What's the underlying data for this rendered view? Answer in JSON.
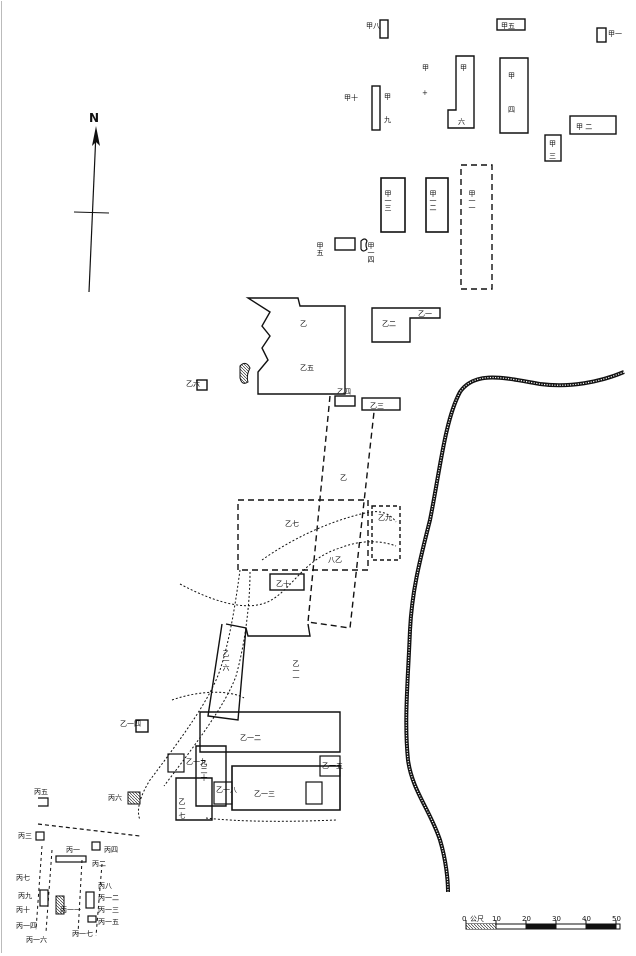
{
  "north_label": "N",
  "scale": {
    "ticks": [
      "0",
      "10",
      "20",
      "30",
      "40",
      "50"
    ],
    "unit": "公尺"
  },
  "labels": {
    "jia8": "甲八",
    "jia5": "甲五",
    "jia1_top": "甲一",
    "jia": "甲",
    "jia6_a": "甲",
    "jia6_b": "六",
    "jia4_a": "甲",
    "jia4_b": "四",
    "jia10": "甲十",
    "jia9_a": "甲",
    "jia9_b": "九",
    "jia2": "甲 二",
    "jia3_a": "甲",
    "jia3_b": "三",
    "jia13": "甲一三",
    "jia12": "甲一二",
    "jia11": "甲一一",
    "jia15": "甲五",
    "jia14": "甲一四",
    "yi2": "乙二",
    "yi1": "乙一",
    "yi5": "乙五",
    "yi6": "乙六",
    "yi_vert": "乙",
    "yi4": "乙四",
    "yi3": "乙三",
    "yi_mid": "乙",
    "yi7": "乙七",
    "yi8": "八乙",
    "yi9": "乙九",
    "yi10": "乙十",
    "yi11": "乙一一",
    "yi12": "乙一二",
    "yi13": "乙一三",
    "yi14": "乙一四",
    "yi15": "乙一五",
    "yi16": "乙一六",
    "yi17": "乙一七",
    "yi20": "乙二十",
    "yi18": "乙一八",
    "yi19": "乙一九",
    "bing5": "丙五",
    "bing6": "丙六",
    "bing1": "丙一",
    "bing3": "丙三",
    "bing4": "丙四",
    "bing2": "丙二",
    "bing7": "丙七",
    "bing8": "丙八",
    "bing9": "丙九",
    "bing10": "丙十",
    "bing11": "丙一一",
    "bing12": "丙一二",
    "bing13": "丙一三",
    "bing14": "丙一四",
    "bing15": "丙一五",
    "bing16": "丙一六",
    "bing17": "丙一七"
  }
}
